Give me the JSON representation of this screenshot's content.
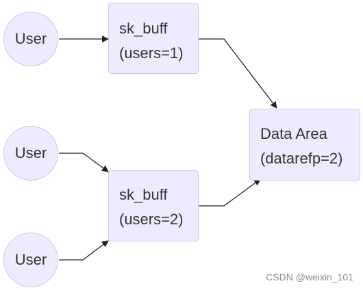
{
  "nodes": {
    "user1": {
      "label": "User"
    },
    "user2": {
      "label": "User"
    },
    "user3": {
      "label": "User"
    },
    "skb1": {
      "line1": "sk_buff",
      "line2": "(users=1)"
    },
    "skb2": {
      "line1": "sk_buff",
      "line2": "(users=2)"
    },
    "data_area": {
      "line1": "Data Area",
      "line2": "(datarefp=2)"
    }
  },
  "edges": [
    {
      "from": "user1",
      "to": "skb1"
    },
    {
      "from": "user2",
      "to": "skb2"
    },
    {
      "from": "user3",
      "to": "skb2"
    },
    {
      "from": "skb1",
      "to": "data_area"
    },
    {
      "from": "skb2",
      "to": "data_area"
    }
  ],
  "colors": {
    "node_fill": "#ececfe",
    "node_border": "#c9c9f0",
    "edge": "#222222",
    "text": "#333333"
  },
  "watermark": "CSDN @weixin_101"
}
